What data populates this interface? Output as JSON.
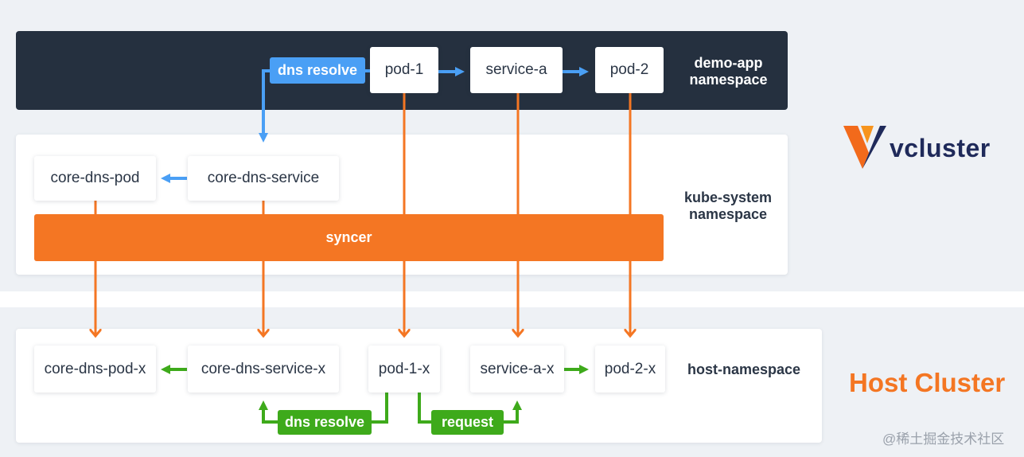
{
  "virtual_cluster": {
    "demo_namespace": {
      "label_line1": "demo-app",
      "label_line2": "namespace",
      "nodes": {
        "pod1": "pod-1",
        "service_a": "service-a",
        "pod2": "pod-2"
      },
      "dns_resolve_label": "dns resolve"
    },
    "kube_system_namespace": {
      "label_line1": "kube-system",
      "label_line2": "namespace",
      "nodes": {
        "core_dns_pod": "core-dns-pod",
        "core_dns_service": "core-dns-service"
      },
      "syncer_label": "syncer"
    }
  },
  "logo": {
    "text": "vcluster"
  },
  "host_cluster": {
    "title": "Host Cluster",
    "namespace_label": "host-namespace",
    "nodes": {
      "core_dns_pod_x": "core-dns-pod-x",
      "core_dns_service_x": "core-dns-service-x",
      "pod1_x": "pod-1-x",
      "service_a_x": "service-a-x",
      "pod2_x": "pod-2-x"
    },
    "dns_resolve_label": "dns resolve",
    "request_label": "request"
  },
  "watermark": "@稀土掘金技术社区",
  "colors": {
    "sync_arrow": "#f47623",
    "virtual_traffic": "#4a9ff5",
    "host_traffic": "#3eaa1b",
    "dark_panel": "#25303f",
    "brand_navy": "#1f2a5a"
  }
}
